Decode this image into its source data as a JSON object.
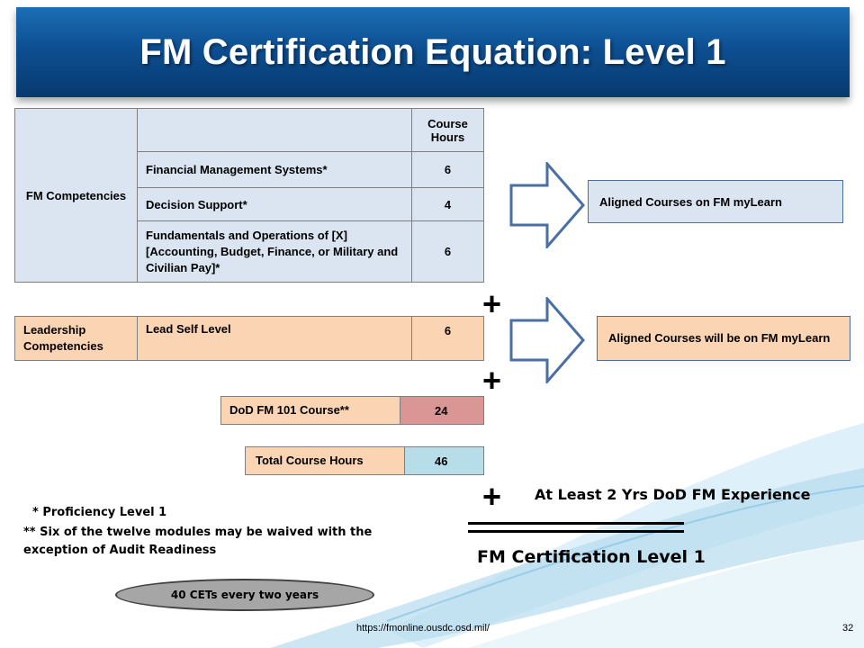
{
  "title": "FM Certification Equation:  Level 1",
  "fm_table": {
    "competency_label": "FM Competencies",
    "course_hours_header": "Course Hours",
    "rows": [
      {
        "name": "Financial Management Systems*",
        "hours": "6"
      },
      {
        "name": "Decision Support*",
        "hours": "4"
      },
      {
        "name": "Fundamentals and  Operations of [X] [Accounting, Budget, Finance, or Military and Civilian Pay]*",
        "hours": "6"
      }
    ]
  },
  "aligned_fm": "Aligned Courses on FM myLearn",
  "plus_symbol": "+",
  "leadership": {
    "label": "Leadership Competencies",
    "course": "Lead Self Level",
    "hours": "6"
  },
  "aligned_leadership": "Aligned Courses will be on FM myLearn",
  "dod_course": {
    "label": "DoD FM 101 Course**",
    "hours": "24"
  },
  "total": {
    "label": "Total Course Hours",
    "hours": "46"
  },
  "experience": "At Least 2 Yrs DoD FM Experience",
  "result": "FM Certification Level 1",
  "footnotes": {
    "proficiency": "* Proficiency Level 1",
    "waiver": "** Six of the twelve modules may be waived with the exception of Audit Readiness"
  },
  "cets": "40 CETs every two years",
  "url": "https://fmonline.ousdc.osd.mil/",
  "page_number": "32",
  "colors": {
    "banner": "#0d4f92",
    "fm_table": "#dbe5f1",
    "leadership": "#fbd4b4",
    "dod_hours": "#d99694",
    "total_hours": "#b7dde8"
  }
}
